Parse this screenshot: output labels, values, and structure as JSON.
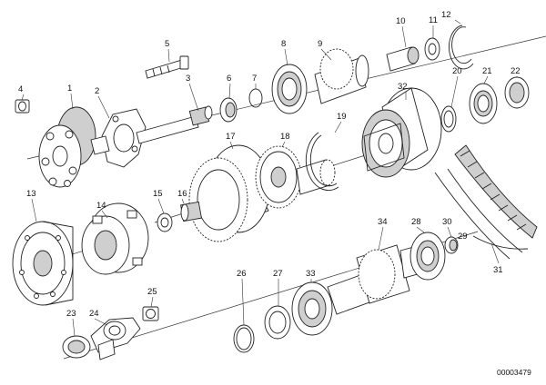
{
  "callouts": {
    "c1": "1",
    "c2": "2",
    "c3": "3",
    "c4": "4",
    "c5": "5",
    "c6": "6",
    "c7": "7",
    "c8": "8",
    "c9": "9",
    "c10": "10",
    "c11": "11",
    "c12": "12",
    "c13": "13",
    "c14": "14",
    "c15": "15",
    "c16": "16",
    "c17": "17",
    "c18": "18",
    "c19": "19",
    "c20": "20",
    "c21": "21",
    "c22": "22",
    "c23": "23",
    "c24": "24",
    "c25": "25",
    "c26": "26",
    "c27": "27",
    "c28": "28",
    "c29": "29",
    "c30": "30",
    "c31": "31",
    "c32": "32",
    "c33": "33",
    "c34": "34"
  },
  "document_number": "00003479"
}
